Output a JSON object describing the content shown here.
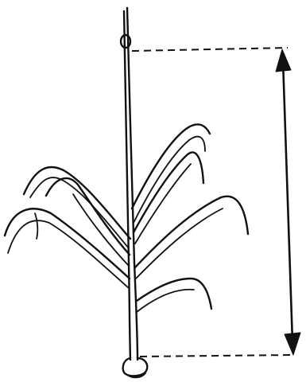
{
  "figure": {
    "subject": "plant",
    "ink_color": "#111111",
    "background_color": "#ffffff",
    "measurement": {
      "style": "dashed guide lines with double-headed vertical arrow",
      "from": "bulb",
      "to": "leaf collar",
      "label": ""
    }
  }
}
